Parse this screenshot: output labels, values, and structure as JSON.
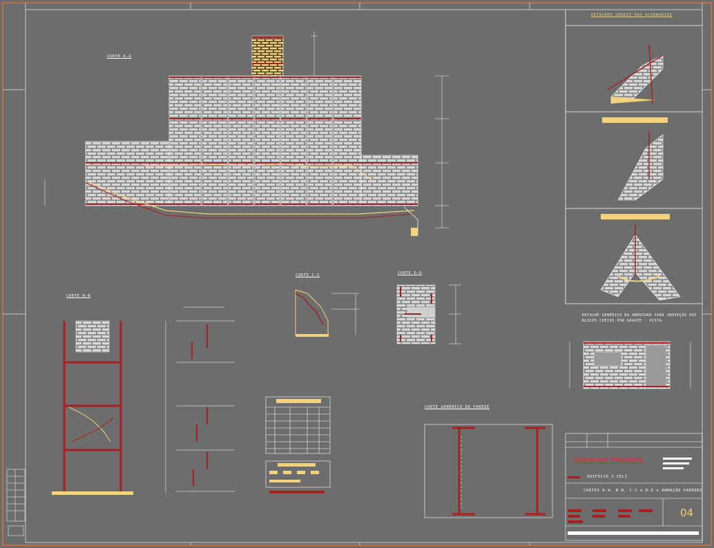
{
  "views": {
    "corte_aa": "CORTE A-A",
    "corte_bb": "CORTE B-B",
    "corte_cc": "CORTE C-C",
    "corte_dd": "CORTE D-D",
    "corte_parede": "CORTE GENÉRICO DA PAREDE"
  },
  "details": {
    "title": "DETALHES GERAIS DAS ALVENARIAS",
    "opening_detail_line1": "DETALHE GENÉRICO DA ABERTURA PARA INSPEÇÃO DOS",
    "opening_detail_line2": "BLOCOS CHEIOS POR GRAUTE - VISTA"
  },
  "title_block": {
    "company": "Sterman Projetos",
    "building": "EDIFÍCIO 2 CELI",
    "drawing_title": "CORTES A-A, B-B, C-C e D-D e ARMAÇÃO PAREDES",
    "sheet_number": "04"
  },
  "colors": {
    "background": "#6d6d6d",
    "line_white": "#ffffff",
    "line_red": "#a82020",
    "accent_yellow": "#f2d27a",
    "frame_orange": "#e0703a"
  }
}
